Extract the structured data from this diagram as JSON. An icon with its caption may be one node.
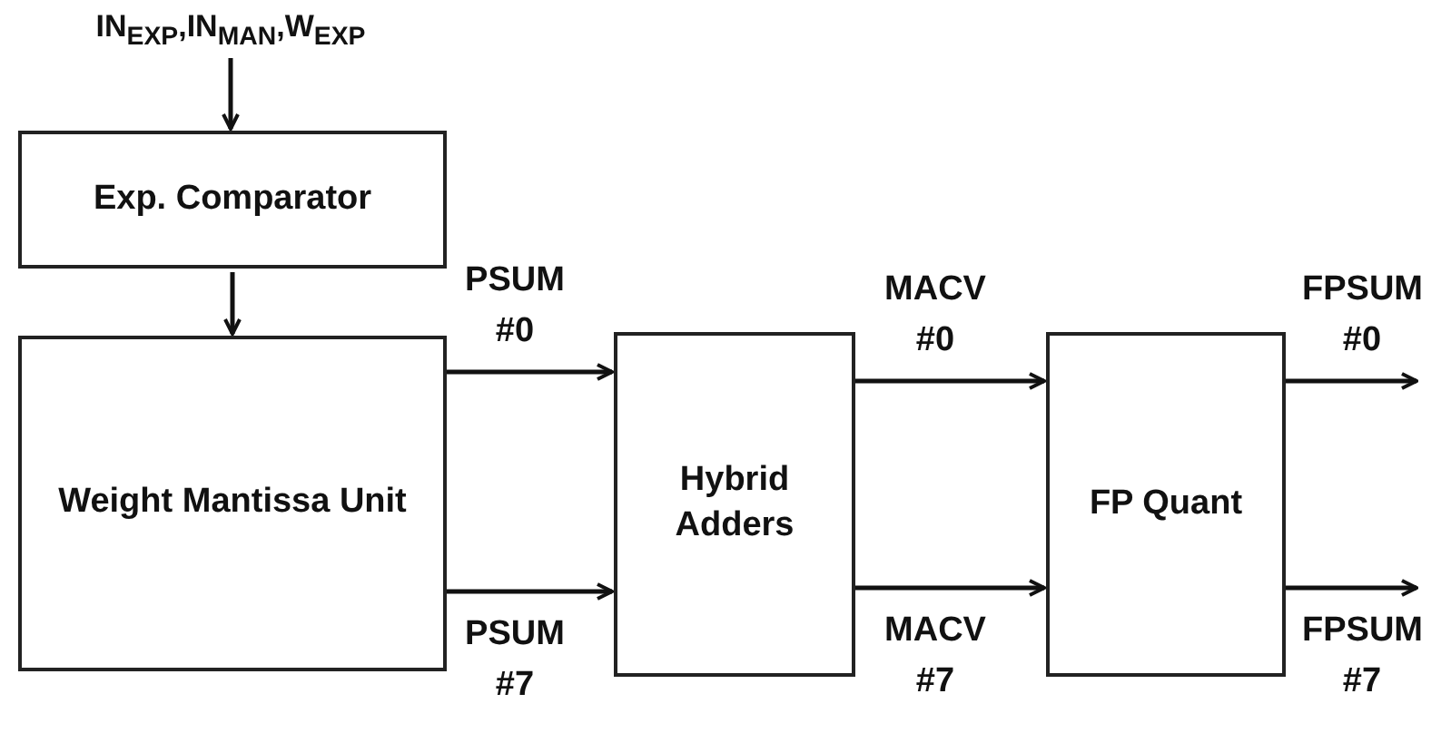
{
  "diagram": {
    "nodes": [
      {
        "text": [
          "IN$_{EXP}$,IN$_{MAN}$,W$_{EXP}$"
        ]
      },
      {
        "text": [
          "Exp. Comparator"
        ]
      },
      {
        "text": [
          "Weight Mantissa Unit"
        ]
      },
      {
        "text": [
          "Hybrid Adders"
        ]
      },
      {
        "text": [
          "FP Quant"
        ]
      }
    ],
    "edges": [
      {
        "from": 0,
        "to": 1,
        "arrow": "to"
      },
      {
        "from": 1,
        "to": 2,
        "arrow": "to"
      },
      {
        "from": 2,
        "to": 3,
        "arrow": "to",
        "label": "PSUM #0"
      },
      {
        "from": 2,
        "to": 3,
        "arrow": "to",
        "label": "PSUM #7"
      },
      {
        "from": 3,
        "to": 4,
        "arrow": "to",
        "label": "MACV #0"
      },
      {
        "from": 3,
        "to": 4,
        "arrow": "to",
        "label": "MACV #7"
      },
      {
        "from": 4,
        "to": null,
        "arrow": "to",
        "label": "FPSUM #0"
      },
      {
        "from": 4,
        "to": null,
        "arrow": "to",
        "label": "FPSUM #7"
      }
    ]
  }
}
